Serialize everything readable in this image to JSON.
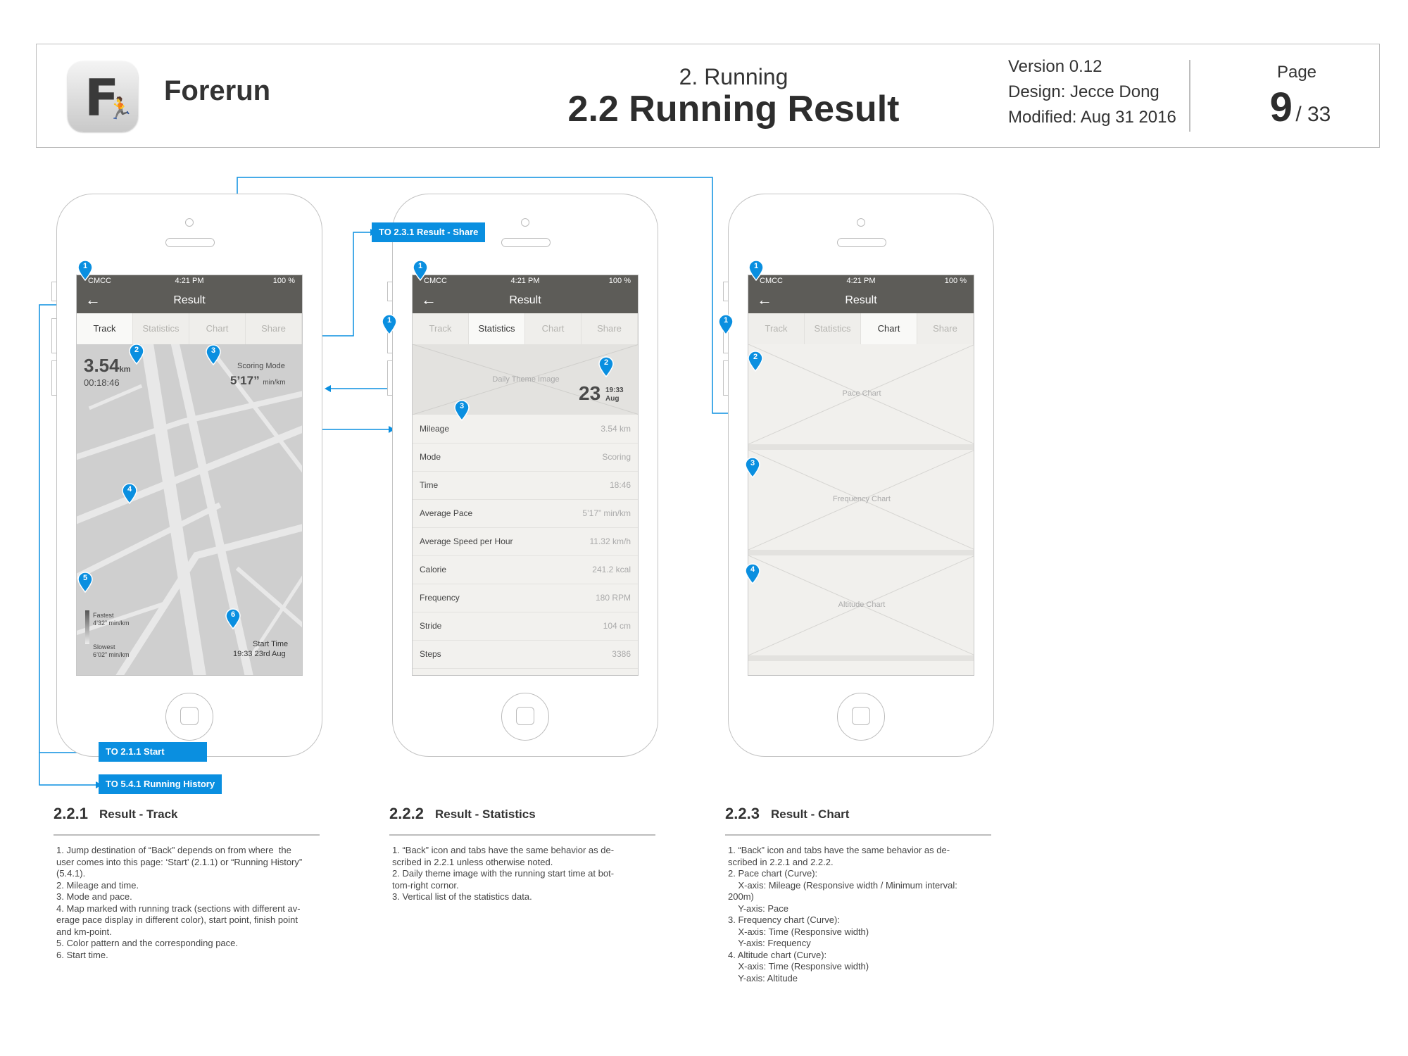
{
  "header": {
    "app_name": "Forerun",
    "logo_letter": "F",
    "section": "2. Running",
    "title": "2.2 Running Result",
    "version": "Version 0.12",
    "design": "Design: Jecce Dong",
    "modified": "Modified: Aug 31 2016",
    "page_label": "Page",
    "page_current": "9",
    "page_total": "/ 33"
  },
  "status_bar": {
    "carrier": "CMCC",
    "time": "4:21 PM",
    "battery": "100 %"
  },
  "nav": {
    "title": "Result"
  },
  "tabs": [
    "Track",
    "Statistics",
    "Chart",
    "Share"
  ],
  "track": {
    "distance": "3.54",
    "distance_unit": "km",
    "duration": "00:18:46",
    "mode_label": "Scoring Mode",
    "pace": "5’17”",
    "pace_unit": "min/km",
    "fastest_label": "Fastest",
    "fastest_pace": "4’32” min/km",
    "slowest_label": "Slowest",
    "slowest_pace": "6’02” min/km",
    "start_label": "Start Time",
    "start_time": "19:33 23rd Aug"
  },
  "statistics": {
    "theme_image": "Daily Theme Image",
    "day": "23",
    "time": "19:33",
    "month": "Aug",
    "rows": [
      {
        "k": "Mileage",
        "v": "3.54 km"
      },
      {
        "k": "Mode",
        "v": "Scoring"
      },
      {
        "k": "Time",
        "v": "18:46"
      },
      {
        "k": "Average Pace",
        "v": "5’17” min/km"
      },
      {
        "k": "Average Speed per Hour",
        "v": "11.32 km/h"
      },
      {
        "k": "Calorie",
        "v": "241.2 kcal"
      },
      {
        "k": "Frequency",
        "v": "180 RPM"
      },
      {
        "k": "Stride",
        "v": "104 cm"
      },
      {
        "k": "Steps",
        "v": "3386"
      }
    ]
  },
  "charts": [
    "Pace Chart",
    "Frequency Chart",
    "Altitude Chart"
  ],
  "callouts": {
    "share": "TO 2.3.1 Result - Share",
    "start": "TO 2.1.1 Start",
    "history": "TO 5.4.1 Running History"
  },
  "captions": [
    {
      "num": "2.2.1",
      "name": "Result - Track",
      "note": "1. Jump destination of “Back” depends on from where  the\nuser comes into this page: ‘Start’ (2.1.1) or “Running History”\n(5.4.1).\n2. Mileage and time.\n3. Mode and pace.\n4. Map marked with running track (sections with different av-\nerage pace display in different color), start point, finish point\nand km-point.\n5. Color pattern and the corresponding pace.\n6. Start time."
    },
    {
      "num": "2.2.2",
      "name": "Result - Statistics",
      "note": "1. “Back” icon and tabs have the same behavior as de-\nscribed in 2.2.1 unless otherwise noted.\n2. Daily theme image with the running start time at bot-\ntom-right cornor.\n3. Vertical list of the statistics data."
    },
    {
      "num": "2.2.3",
      "name": "Result - Chart",
      "note": "1. “Back” icon and tabs have the same behavior as de-\nscribed in 2.2.1 and 2.2.2.\n2. Pace chart (Curve):\n    X-axis: Mileage (Responsive width / Minimum interval:\n200m)\n    Y-axis: Pace\n3. Frequency chart (Curve):\n    X-axis: Time (Responsive width)\n    Y-axis: Frequency\n4. Altitude chart (Curve):\n    X-axis: Time (Responsive width)\n    Y-axis: Altitude"
    }
  ],
  "pins": [
    "1",
    "2",
    "3",
    "4",
    "5",
    "6"
  ],
  "colors": {
    "accent": "#0a8fe0",
    "bar": "#5d5c58"
  }
}
